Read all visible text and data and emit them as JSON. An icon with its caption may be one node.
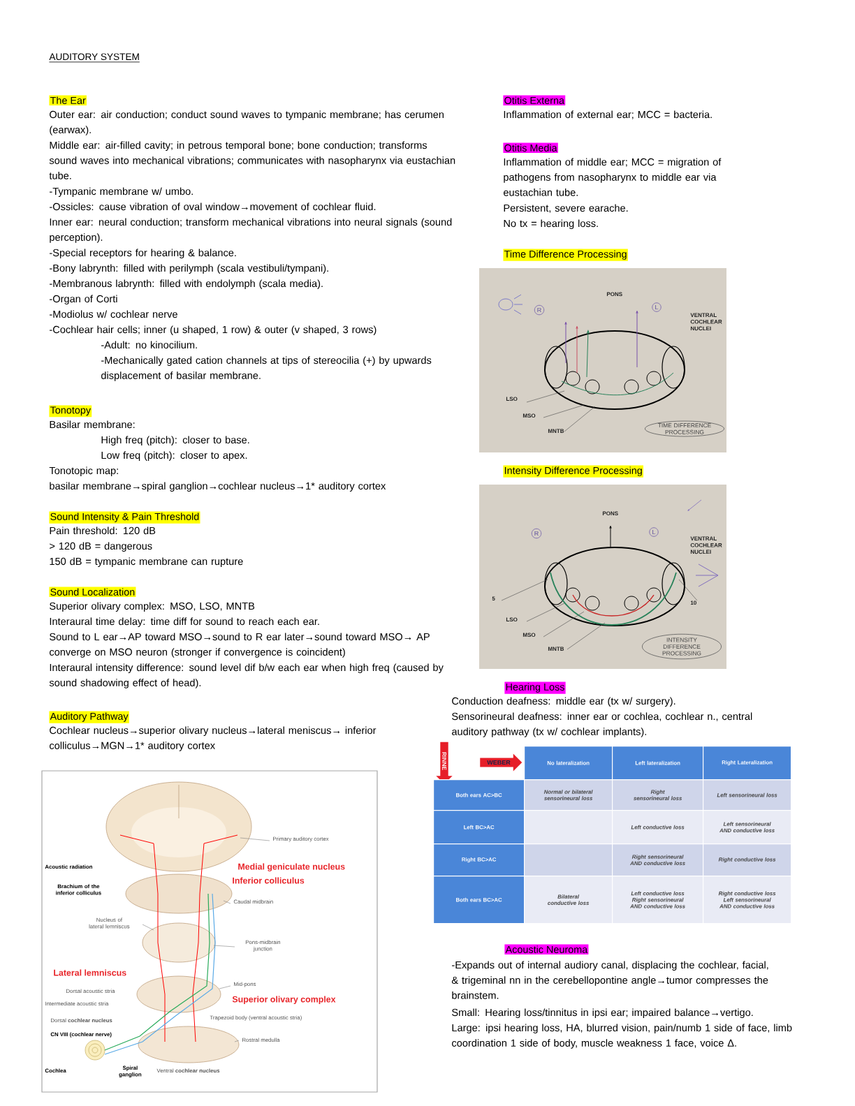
{
  "diagram": {
    "title": "AUDITORY SYSTEM",
    "nodes": [
      {
        "text": [
          "R"
        ]
      },
      {
        "text": [
          "L"
        ]
      },
      {
        "text": [
          "TIME DIFFERENCE PROCESSING"
        ]
      },
      {
        "text": [
          "R"
        ]
      },
      {
        "text": [
          "L"
        ]
      },
      {
        "text": [
          "INTENSITY DIFFERENCE PROCESSING"
        ]
      },
      {
        "text": [
          "RINNE"
        ]
      },
      {
        "text": [
          "WEBER"
        ]
      }
    ],
    "labels": [
      "The Ear",
      "Outer ear: air conduction; conduct sound waves to tympanic membrane; has cerumen (earwax).",
      "Middle ear: air-filled cavity; in petrous temporal bone; bone conduction; transforms sound waves into mechanical vibrations; communicates with nasopharynx via eustachian tube.",
      "-Tympanic membrane w/ umbo.",
      "-Ossicles: cause vibration of oval window→movement of cochlear fluid.",
      "Inner ear: neural conduction; transform mechanical vibrations into neural signals (sound perception).",
      "-Special receptors for hearing & balance.",
      "-Bony labrynth: filled with perilymph (scala vestibuli/tympani).",
      "-Membranous labrynth: filled with endolymph (scala media).",
      "-Organ of Corti",
      "-Modiolus w/ cochlear nerve",
      "-Cochlear hair cells; inner (u shaped, 1 row) & outer (v shaped, 3 rows)",
      "-Adult: no kinocilium.",
      "-Mechanically gated cation channels at tips of stereocilia (+) by upwards displacement of basilar membrane.",
      "Tonotopy",
      "Basilar membrane:",
      "High freq (pitch): closer to base.",
      "Low freq (pitch): closer to apex.",
      "Tonotopic map:",
      "basilar membrane→spiral ganglion→cochlear nucleus→1* auditory cortex",
      "Sound Intensity & Pain Threshold",
      "Pain threshold: 120 dB",
      "> 120 dB = dangerous",
      "150 dB = tympanic membrane can rupture",
      "Sound Localization",
      "Superior olivary complex: MSO, LSO, MNTB",
      "Interaural time delay: time diff for sound to reach each ear.",
      "Sound to L ear→AP toward MSO→sound to R ear later→sound toward MSO→ AP converge on MSO neuron (stronger if convergence is coincident)",
      "Interaural intensity difference: sound level dif b/w each ear when high freq (caused by sound shadowing effect of head).",
      "Auditory Pathway",
      "Cochlear nucleus→superior olivary nucleus→lateral meniscus→ inferior colliculus→MGN→1* auditory cortex",
      "Primary auditory cortex",
      "Acoustic radiation",
      "Medial geniculate nucleus",
      "Brachium of the inferior colliculus",
      "Inferior colliculus",
      "Caudal midbrain",
      "Nucleus of lateral lemniscus",
      "Pons-midbrain junction",
      "Lateral lemniscus",
      "Mid-pons",
      "Dorsal acoustic stria",
      "Intermediate acoustic stria",
      "Superior olivary complex",
      "Dorsal **cochlear nucleus**",
      "Trapezoid body (ventral acoustic stria)",
      "CN VIII (cochlear nerve)",
      "Rostral medulla",
      "Cochlea",
      "Spiral ganglion",
      "Ventral **cochlear nucleus**",
      "Otitis Externa",
      "Inflammation of external ear; MCC = bacteria.",
      "Otitis Media",
      "Inflammation of middle ear; MCC = migration of pathogens from nasopharynx to middle ear via eustachian tube.",
      "Persistent, severe earache.",
      "No tx = hearing loss.",
      "Time Difference Processing",
      "PONS",
      "VENTRAL COCHLEAR NUCLEI",
      "LSO",
      "MSO",
      "MNTB",
      "Intensity Difference Processing",
      "PONS",
      "VENTRAL COCHLEAR NUCLEI",
      "5",
      "10",
      "LSO",
      "MSO",
      "MNTB",
      "Hearing Loss",
      "Conduction deafness: middle ear (tx w/ surgery).",
      "Sensorineural deafness: inner ear or cochlea, cochlear n., central auditory pathway (tx w/ cochlear implants).",
      "No lateralization",
      "Left lateralization",
      "Right Lateralization",
      "Both ears AC>BC",
      "Normal or bilateral sensorineural loss",
      "Right sensorineural loss",
      "Left sensorineural loss",
      "Left BC>AC",
      "Left conductive loss",
      "Left sensorineural AND conductive loss",
      "Right BC>AC",
      "Right sensorineural AND conductive loss",
      "Right conductive loss",
      "Both ears BC>AC",
      "Bilateral conductive loss",
      "Left conductive loss",
      "Right sensorineural AND conductive loss",
      "Right conductive loss",
      "Left sensorineural AND conductive loss",
      "Acoustic Neuroma",
      "-Expands out of internal audiory canal, displacing the cochlear, facial, & trigeminal nn in the cerebellopontine angle→tumor compresses the brainstem.",
      "Small: Hearing loss/tinnitus in ipsi ear; impaired balance→vertigo.",
      "Large: ipsi hearing loss, HA, blurred vision, pain/numb 1 side of face, limb coordination 1 side of body, muscle weakness 1 face, voice Δ."
    ]
  }
}
